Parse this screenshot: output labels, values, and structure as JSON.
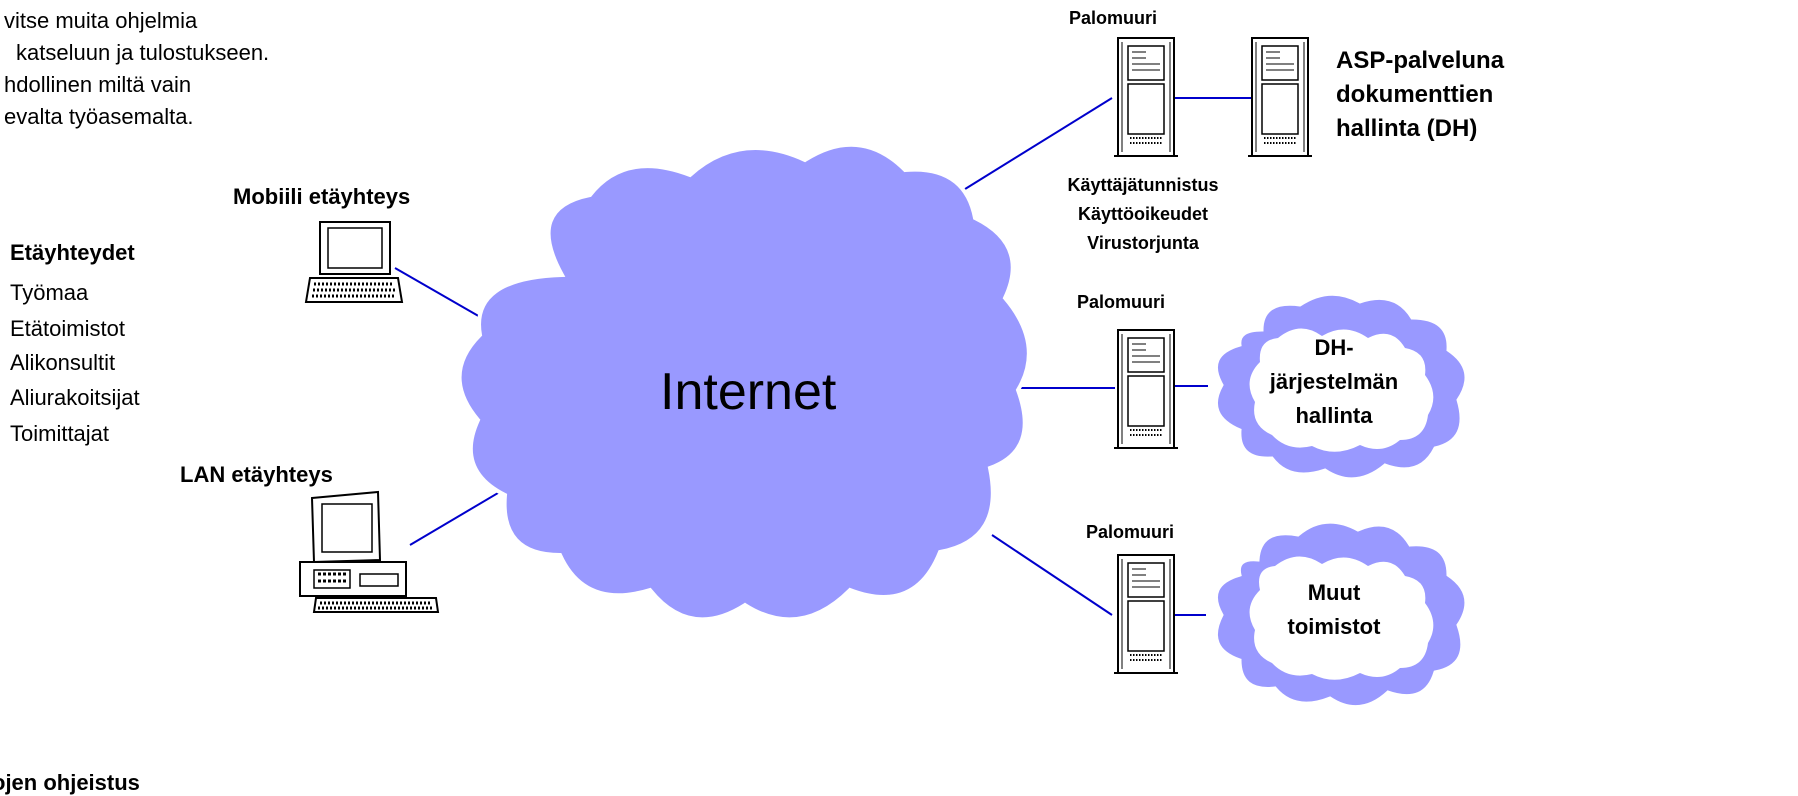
{
  "top_left_note": [
    "vitse muita ohjelmia",
    "katseluun ja tulostukseen.",
    "hdollinen miltä vain",
    "evalta työasemalta."
  ],
  "mobile_label": "Mobiili etäyhteys",
  "lan_label": "LAN etäyhteys",
  "remote": {
    "heading": "Etäyhteydet",
    "items": [
      "Työmaa",
      "Etätoimistot",
      "Alikonsultit",
      "Aliurakoitsijat",
      "Toimittajat"
    ]
  },
  "internet_label": "Internet",
  "firewalls": [
    "Palomuuri",
    "Palomuuri",
    "Palomuuri"
  ],
  "security_features": [
    "Käyttäjätunnistus",
    "Käyttöoikeudet",
    "Virustorjunta"
  ],
  "asp_label": [
    "ASP-palveluna",
    "dokumenttien",
    "hallinta (DH)"
  ],
  "dh_admin_cloud": [
    "DH-",
    "järjestelmän",
    "hallinta"
  ],
  "other_offices_cloud": [
    "Muut",
    "toimistot"
  ],
  "bottom_cut_text": "ojen ohjeistus",
  "colors": {
    "cloud_fill": "#9999ff",
    "line": "#0000cc",
    "device_stroke": "#000000"
  }
}
